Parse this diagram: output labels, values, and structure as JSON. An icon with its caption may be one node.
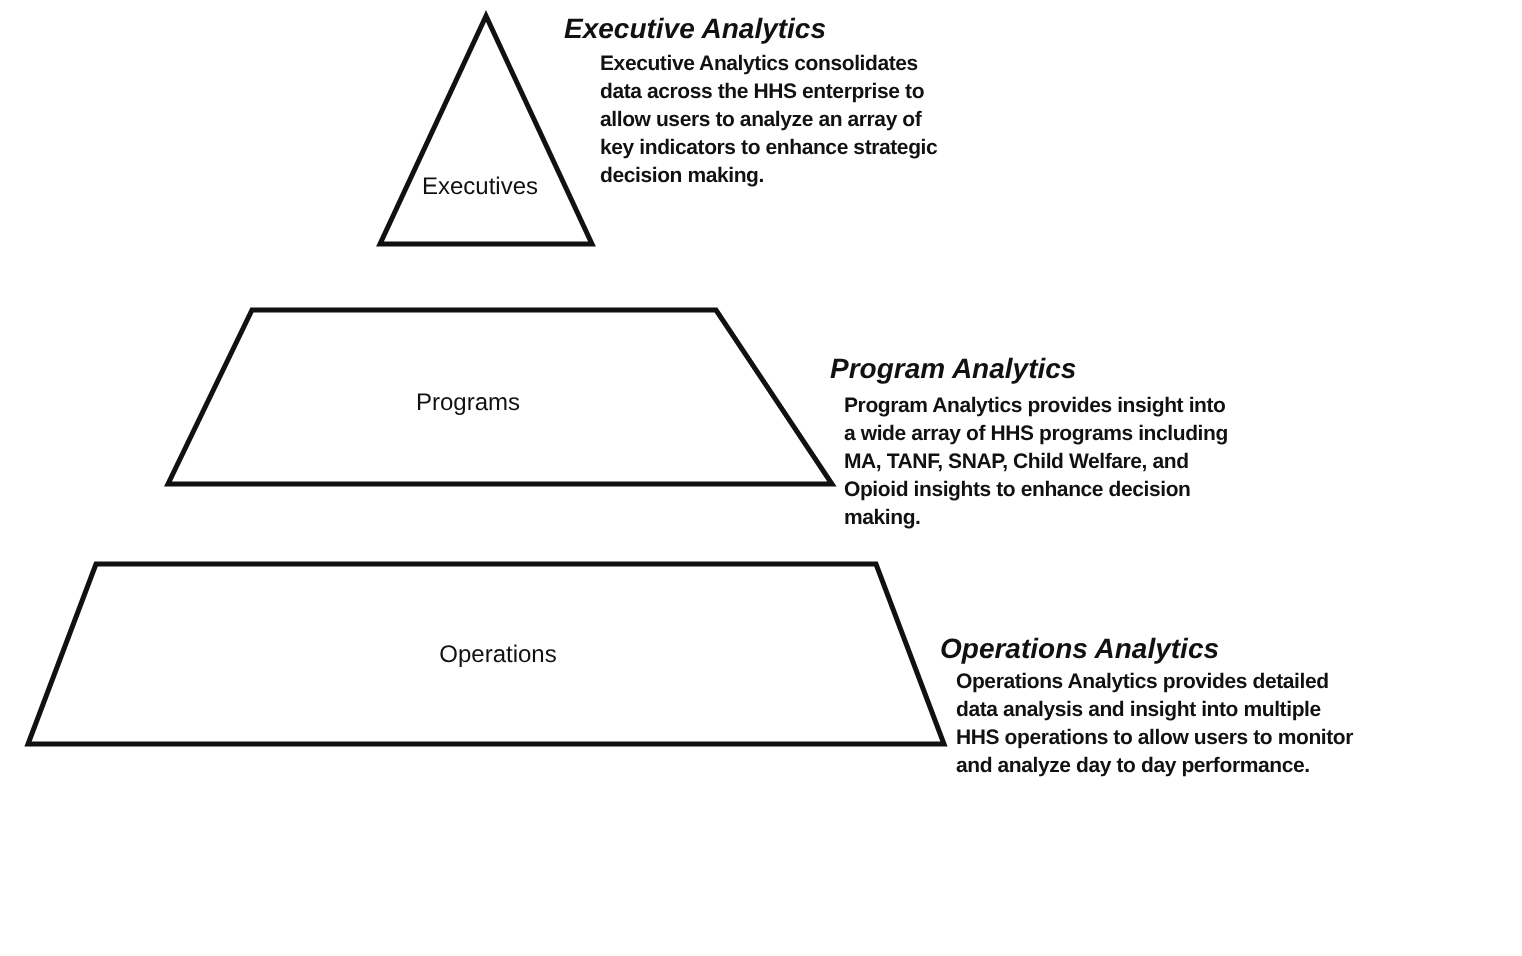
{
  "diagram": {
    "nodes": [
      {
        "text": [
          "Executives"
        ],
        "beside": [
          "Executive Analytics",
          "Executive Analytics consolidates data across the HHS enterprise to allow users to analyze an array of key indicators to enhance strategic decision making."
        ]
      },
      {
        "text": [
          "Programs"
        ],
        "beside": [
          "Program Analytics",
          "Program Analytics provides insight into a wide array of HHS programs including MA, TANF, SNAP, Child Welfare, and Opioid insights to enhance decision making."
        ]
      },
      {
        "text": [
          "Operations"
        ],
        "beside": [
          "Operations Analytics",
          "Operations Analytics provides detailed data analysis and insight into multiple HHS operations to allow users to monitor and analyze day to day performance."
        ]
      }
    ]
  }
}
